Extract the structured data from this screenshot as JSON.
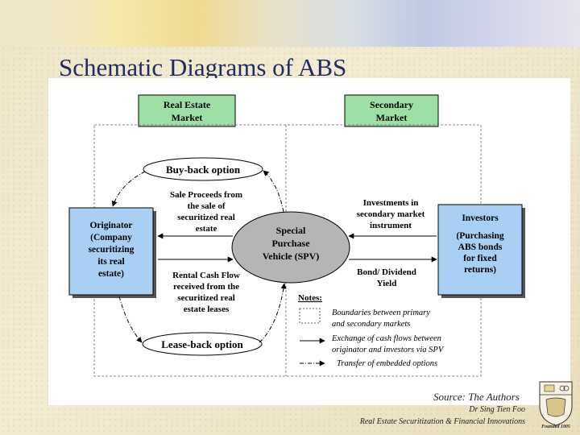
{
  "slide": {
    "title": "Schematic Diagrams of ABS",
    "source": "Source: The Authors",
    "author": "Dr Sing Tien Foo",
    "course": "Real Estate Securitization & Financial Innovations",
    "founded": "Founded 1905"
  },
  "diagram": {
    "real_estate_market": [
      "Real Estate",
      "Market"
    ],
    "secondary_market": [
      "Secondary",
      "Market"
    ],
    "buyback": "Buy-back option",
    "leaseback": "Lease-back option",
    "originator": [
      "Originator",
      "(Company",
      "securitizing",
      "its real",
      "estate)"
    ],
    "investors": [
      "Investors",
      "",
      "(Purchasing",
      "ABS bonds",
      "for fixed",
      "returns)"
    ],
    "spv": [
      "Special",
      "Purchase",
      "Vehicle (SPV)"
    ],
    "sale_proceeds": [
      "Sale Proceeds from",
      "the sale of",
      "securitized real",
      "estate"
    ],
    "rental": [
      "Rental Cash Flow",
      "received from the",
      "securitized real",
      "estate leases"
    ],
    "investments": [
      "Investments in",
      "secondary market",
      "instrument"
    ],
    "bond": [
      "Bond/ Dividend",
      "Yield"
    ],
    "notes_title": "Notes:",
    "legend": [
      [
        "Boundaries between primary",
        "and secondary markets"
      ],
      [
        "Exchange of cash flows between",
        "originator and investors via SPV"
      ],
      [
        "Transfer of embedded options"
      ]
    ]
  },
  "colors": {
    "box_fill": "#a9cff4",
    "market_fill": "#9edfa6",
    "spv_fill": "#b5b5b5",
    "title_color": "#1f2a66"
  }
}
